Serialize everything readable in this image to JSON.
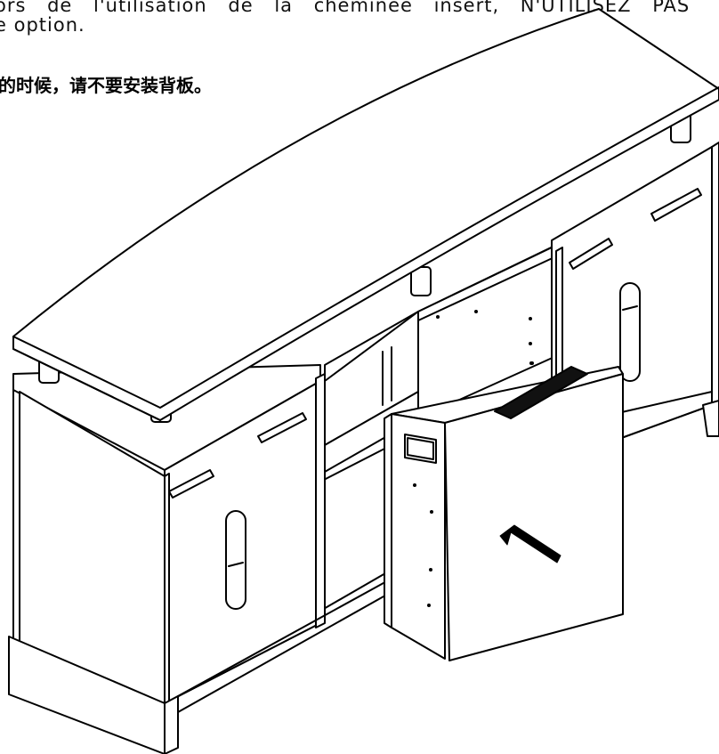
{
  "instructions": {
    "french_line_1": "ors de l'utilisation de la cheminée insert, N'UTILISEZ PAS",
    "french_line_2": "e option.",
    "chinese_line": "的时候，请不要安装背板。"
  },
  "diagram": {
    "subject": "media-console-with-fireplace-insert",
    "arrow_icon": "insert-direction-arrow-icon",
    "line_color": "#000000",
    "fill_color": "#ffffff"
  }
}
